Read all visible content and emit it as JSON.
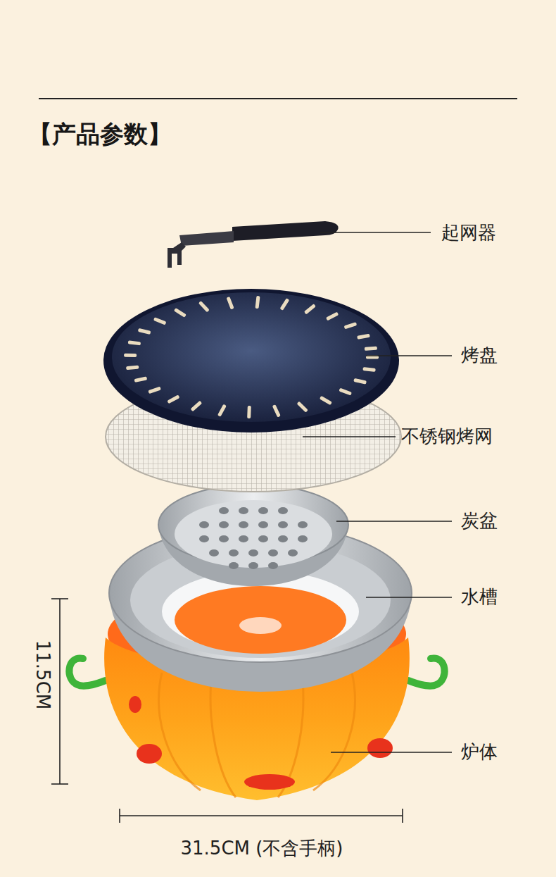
{
  "diagram": {
    "title": "【产品参数】",
    "labels": [
      "起网器",
      "烤盘",
      "不锈钢烤网",
      "炭盆",
      "水槽",
      "炉体",
      "11.5CM",
      "31.5CM (不含手柄)"
    ]
  }
}
